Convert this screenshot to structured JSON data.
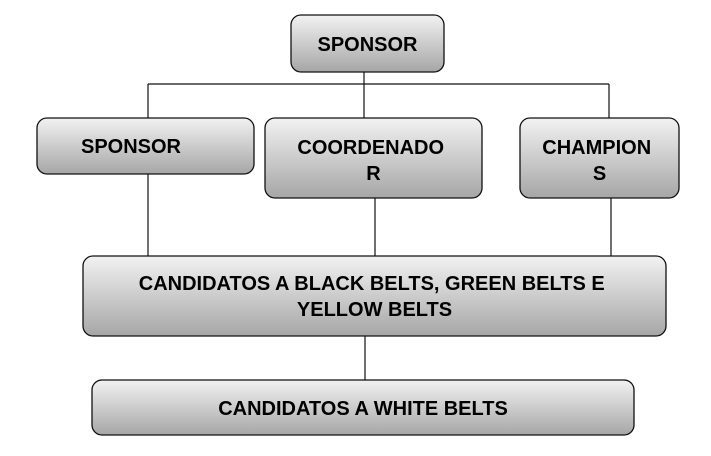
{
  "diagram": {
    "type": "organizational-chart",
    "colors": {
      "box_fill_light": "#f2f2f2",
      "box_fill_dark": "#a6a6a6",
      "outline": "#111111",
      "text": "#000000"
    },
    "nodes": {
      "top_sponsor": {
        "lines": [
          "SPONSOR"
        ]
      },
      "sponsor": {
        "lines": [
          "SPONSOR"
        ]
      },
      "coordenador": {
        "lines": [
          "COORDENADO",
          "R"
        ]
      },
      "champions": {
        "lines": [
          "CHAMPION",
          "S"
        ]
      },
      "candidatos_black_green_yellow": {
        "lines": [
          "CANDIDATOS A BLACK BELTS, GREEN BELTS E",
          "YELLOW BELTS"
        ]
      },
      "candidatos_white": {
        "lines": [
          "CANDIDATOS A WHITE BELTS"
        ]
      }
    },
    "edges": [
      {
        "from": "top_sponsor",
        "to": "sponsor"
      },
      {
        "from": "top_sponsor",
        "to": "coordenador"
      },
      {
        "from": "top_sponsor",
        "to": "champions"
      },
      {
        "from": "sponsor",
        "to": "candidatos_black_green_yellow"
      },
      {
        "from": "coordenador",
        "to": "candidatos_black_green_yellow"
      },
      {
        "from": "champions",
        "to": "candidatos_black_green_yellow"
      },
      {
        "from": "candidatos_black_green_yellow",
        "to": "candidatos_white"
      }
    ]
  }
}
